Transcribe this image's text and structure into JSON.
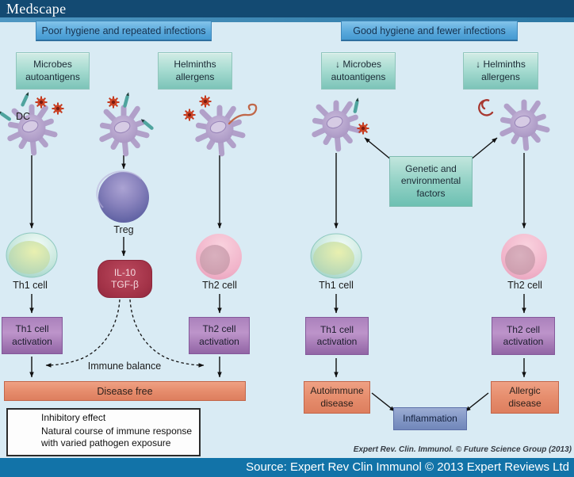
{
  "topbar": {
    "logo_text": "Medscape"
  },
  "left_panel": {
    "title": "Poor hygiene and repeated infections",
    "microbes_box": "Microbes\nautoantigens",
    "helminths_box": "Helminths\nallergens",
    "dc_label": "DC",
    "treg_label": "Treg",
    "cytokine_box": "IL-10\nTGF-β",
    "th1_label": "Th1 cell",
    "th2_label": "Th2 cell",
    "th1_activation_box": "Th1 cell\nactivation",
    "th2_activation_box": "Th2 cell\nactivation",
    "immune_balance_label": "Immune balance",
    "disease_free_box": "Disease free"
  },
  "right_panel": {
    "title": "Good hygiene and fewer infections",
    "microbes_box": "↓ Microbes\nautoantigens",
    "helminths_box": "↓ Helminths\nallergens",
    "genetic_box": "Genetic and\nenvironmental\nfactors",
    "th1_label": "Th1 cell",
    "th2_label": "Th2 cell",
    "th1_activation_box": "Th1 cell\nactivation",
    "th2_activation_box": "Th2 cell\nactivation",
    "autoimmune_box": "Autoimmune\ndisease",
    "allergic_box": "Allergic\ndisease",
    "inflammation_box": "Inflammation"
  },
  "legend": {
    "inhibitory": "Inhibitory effect",
    "natural_course": "Natural course of immune response\nwith varied pathogen exposure"
  },
  "credit_line": "Expert Rev. Clin. Immunol. © Future Science Group (2013)",
  "footer": {
    "source_text": "Source: Expert Rev Clin Immunol © 2013 Expert Reviews Ltd"
  },
  "colors": {
    "topbar-navy": "#134a72",
    "slide-bg": "#d9ebf4",
    "header-blue": "#55a6d8",
    "teal-box": "#8ecabf",
    "purple-box": "#a87cb8",
    "red-box": "#a63549",
    "salmon-box": "#e58a6b",
    "inflammation-blue": "#7f93c1",
    "footer-bar": "#1273a8"
  }
}
